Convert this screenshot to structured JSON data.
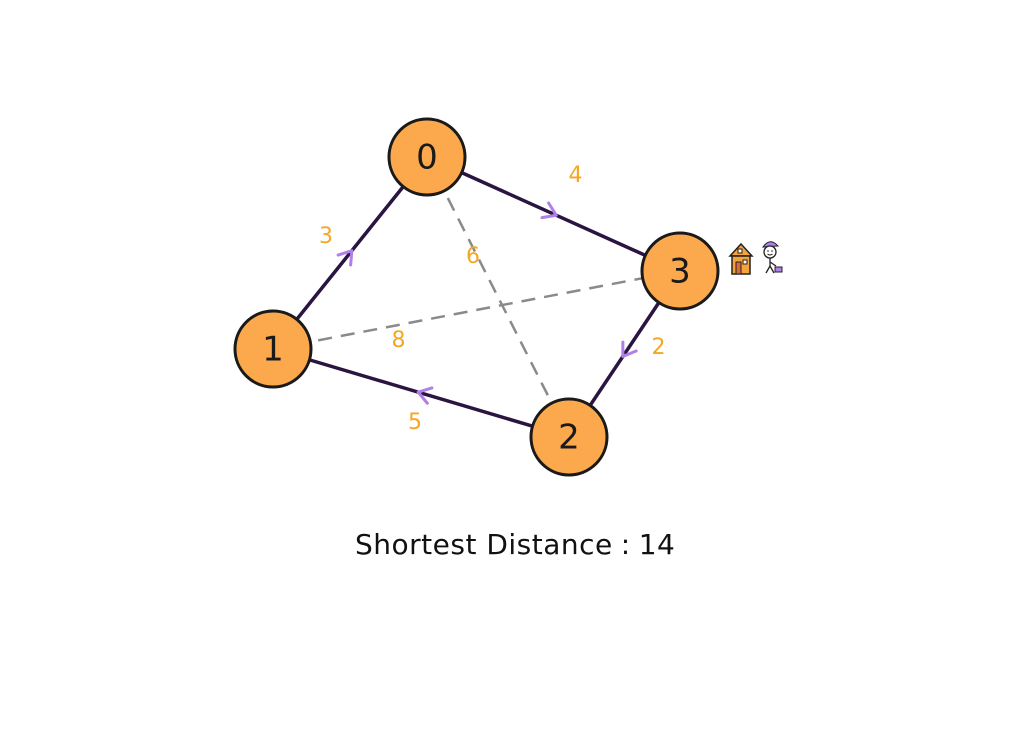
{
  "graph": {
    "nodes": [
      {
        "id": "0",
        "label": "0"
      },
      {
        "id": "1",
        "label": "1"
      },
      {
        "id": "2",
        "label": "2"
      },
      {
        "id": "3",
        "label": "3"
      }
    ],
    "edges": [
      {
        "from": "1",
        "to": "0",
        "weight": "3",
        "style": "solid",
        "arrow": true
      },
      {
        "from": "0",
        "to": "3",
        "weight": "4",
        "style": "solid",
        "arrow": true
      },
      {
        "from": "3",
        "to": "2",
        "weight": "2",
        "style": "solid",
        "arrow": true
      },
      {
        "from": "2",
        "to": "1",
        "weight": "5",
        "style": "solid",
        "arrow": true
      },
      {
        "from": "0",
        "to": "2",
        "weight": "6",
        "style": "dashed",
        "arrow": false
      },
      {
        "from": "1",
        "to": "3",
        "weight": "8",
        "style": "dashed",
        "arrow": false
      }
    ],
    "start_node_icons": [
      "house-icon",
      "person-icon"
    ]
  },
  "caption": {
    "label": "Shortest Distance",
    "separator": ":",
    "value": "14"
  },
  "colors": {
    "node_fill": "#FBA94C",
    "node_stroke": "#1a1a1a",
    "edge_solid": "#2a1540",
    "edge_dashed": "#8a8a8a",
    "weight_text": "#F5A623",
    "arrow": "#B07FE8"
  }
}
